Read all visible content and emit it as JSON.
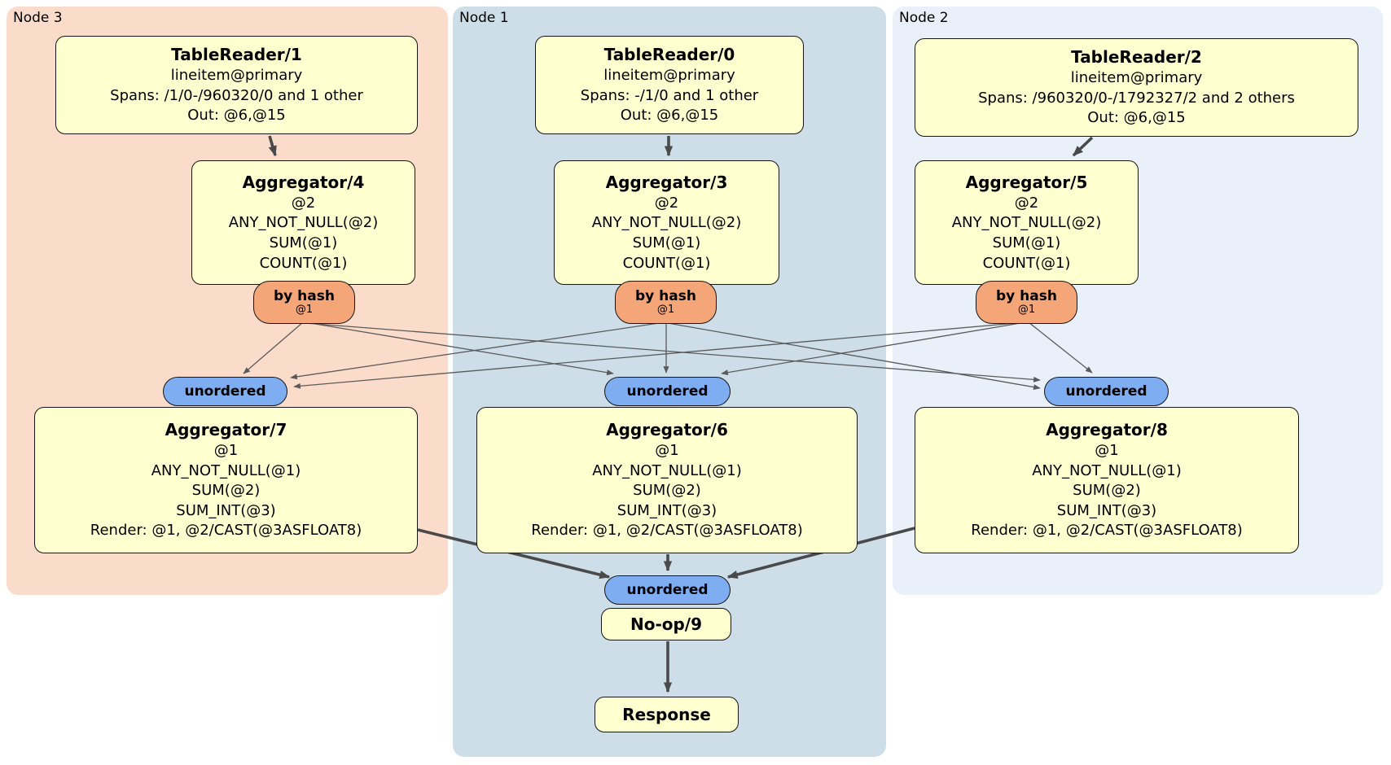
{
  "regions": [
    {
      "id": "node3",
      "label": "Node 3"
    },
    {
      "id": "node1",
      "label": "Node 1"
    },
    {
      "id": "node2",
      "label": "Node 2"
    }
  ],
  "boxes": {
    "tr1": {
      "title": "TableReader/1",
      "lines": [
        "lineitem@primary",
        "Spans: /1/0-/960320/0 and 1 other",
        "Out: @6,@15"
      ]
    },
    "tr0": {
      "title": "TableReader/0",
      "lines": [
        "lineitem@primary",
        "Spans: -/1/0 and 1 other",
        "Out: @6,@15"
      ]
    },
    "tr2": {
      "title": "TableReader/2",
      "lines": [
        "lineitem@primary",
        "Spans: /960320/0-/1792327/2 and 2 others",
        "Out: @6,@15"
      ]
    },
    "agg4": {
      "title": "Aggregator/4",
      "lines": [
        "@2",
        "ANY_NOT_NULL(@2)",
        "SUM(@1)",
        "COUNT(@1)"
      ]
    },
    "agg3": {
      "title": "Aggregator/3",
      "lines": [
        "@2",
        "ANY_NOT_NULL(@2)",
        "SUM(@1)",
        "COUNT(@1)"
      ]
    },
    "agg5": {
      "title": "Aggregator/5",
      "lines": [
        "@2",
        "ANY_NOT_NULL(@2)",
        "SUM(@1)",
        "COUNT(@1)"
      ]
    },
    "agg7": {
      "title": "Aggregator/7",
      "lines": [
        "@1",
        "ANY_NOT_NULL(@1)",
        "SUM(@2)",
        "SUM_INT(@3)",
        "Render: @1, @2/CAST(@3ASFLOAT8)"
      ]
    },
    "agg6": {
      "title": "Aggregator/6",
      "lines": [
        "@1",
        "ANY_NOT_NULL(@1)",
        "SUM(@2)",
        "SUM_INT(@3)",
        "Render: @1, @2/CAST(@3ASFLOAT8)"
      ]
    },
    "agg8": {
      "title": "Aggregator/8",
      "lines": [
        "@1",
        "ANY_NOT_NULL(@1)",
        "SUM(@2)",
        "SUM_INT(@3)",
        "Render: @1, @2/CAST(@3ASFLOAT8)"
      ]
    },
    "noop": {
      "title": "No-op/9"
    },
    "response": {
      "title": "Response"
    }
  },
  "badges": {
    "router": {
      "label": "by hash",
      "detail": "@1"
    },
    "sync": {
      "label": "unordered"
    }
  },
  "colors": {
    "node3_bg": "#fbdccb",
    "node1_bg": "#cedee9",
    "node2_bg": "#e9f0fa",
    "box_bg": "#ffffcf",
    "box_border": "#151515",
    "router_bg": "#f4a678",
    "sync_bg": "#7fadf2",
    "edge": "#4a4a4a",
    "edge_thin": "#5a5a5a",
    "text": "#000000",
    "canvas_bg": "#ffffff"
  }
}
